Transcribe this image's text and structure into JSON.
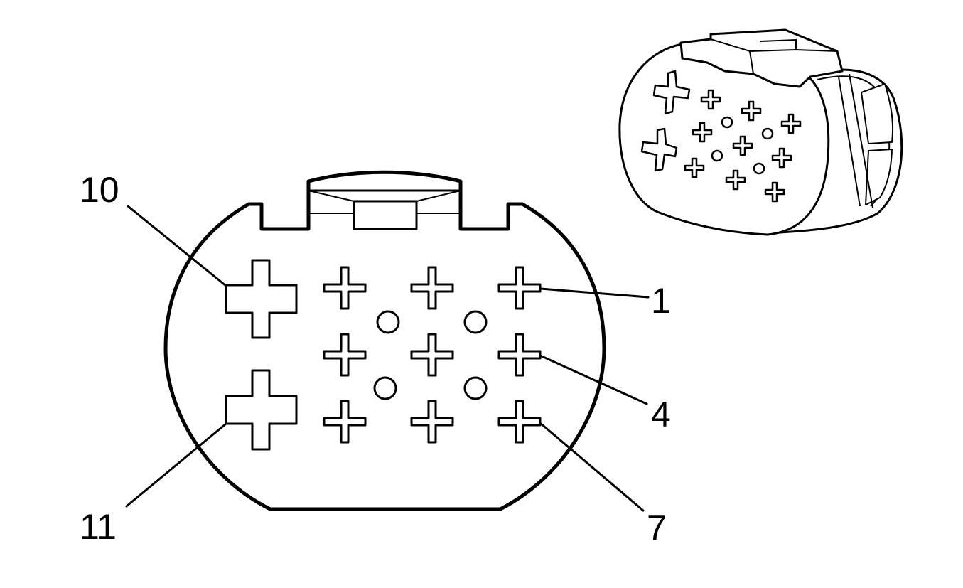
{
  "pin_labels": {
    "pin_1": "1",
    "pin_4": "4",
    "pin_7": "7",
    "pin_10": "10",
    "pin_11": "11"
  },
  "connector": {
    "front_view": {
      "signal_pin_rows": 3,
      "signal_pin_columns": 3,
      "large_pins": 2,
      "alignment_holes": 4
    },
    "isometric_view": {
      "signal_pins": 9,
      "large_pins": 2,
      "alignment_holes": 4
    }
  },
  "colors": {
    "line": "#000000",
    "background": "#ffffff"
  }
}
